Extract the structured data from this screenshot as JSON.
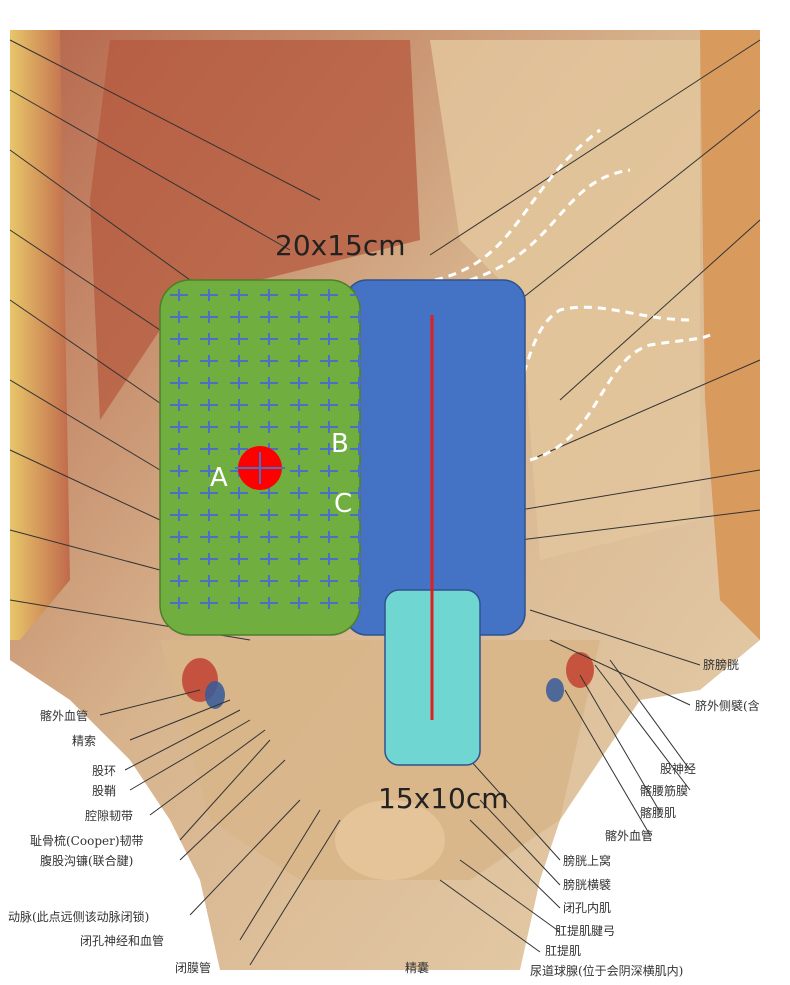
{
  "diagram": {
    "size_labels": {
      "large_mesh": "20x15cm",
      "small_mesh": "15x10cm"
    },
    "point_labels": {
      "a": "A",
      "b": "B",
      "c": "C"
    },
    "anatomy_labels_left": [
      "髂外血管",
      "精索",
      "股环",
      "股鞘",
      "腔隙韧带",
      "耻骨梳(Cooper)韧带",
      "腹股沟镰(联合腱)",
      "动脉(此点远侧该动脉闭锁)",
      "闭孔神经和血管",
      "闭膜管"
    ],
    "anatomy_labels_right": [
      "脐膀胱",
      "脐外侧襞(含",
      "股神经",
      "髂腰筋膜",
      "髂腰肌",
      "髂外血管",
      "膀胱上窝",
      "膀胱横襞",
      "闭孔内肌",
      "肛提肌腱弓",
      "肛提肌",
      "尿道球腺(位于会阴深横肌内)",
      "精囊"
    ],
    "colors": {
      "large_mesh": "#6fae3f",
      "blue_mesh": "#4472c4",
      "small_mesh": "#70d6d2",
      "marker": "#ff0000",
      "midline": "#e0201c",
      "grid_marks": "#4a6fc4"
    }
  }
}
